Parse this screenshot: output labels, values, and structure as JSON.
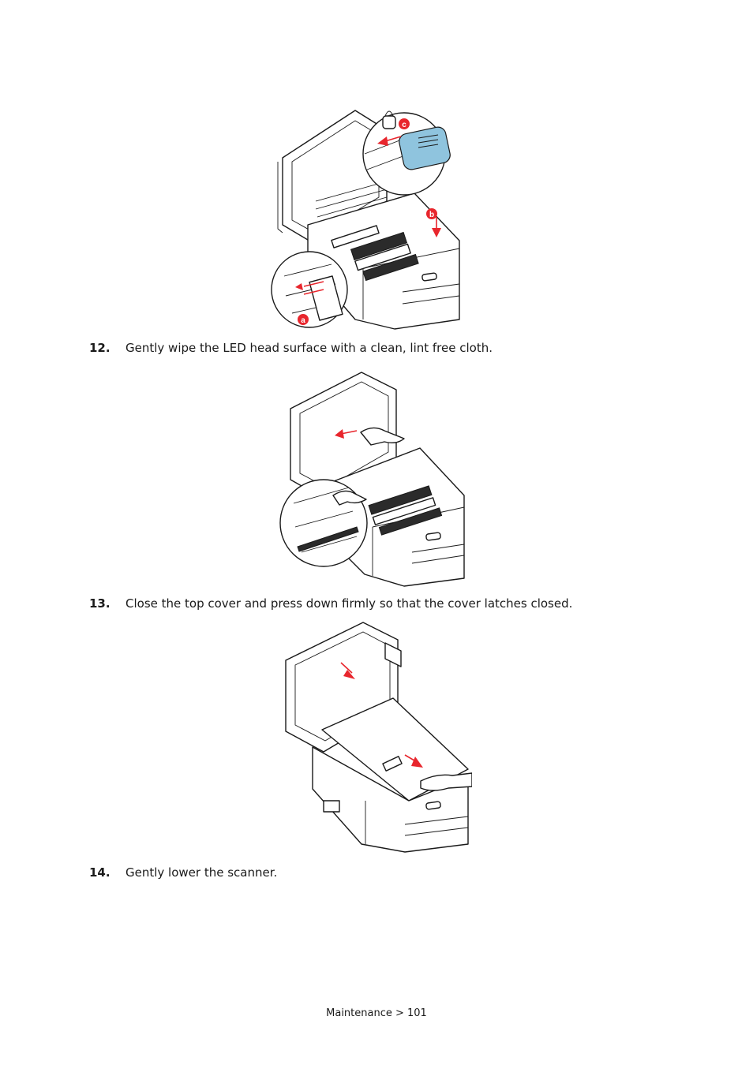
{
  "figures": [
    {
      "callouts": [
        "c",
        "b",
        "a"
      ]
    },
    {},
    {}
  ],
  "steps": [
    {
      "number": "12.",
      "text": "Gently wipe the LED head surface with a clean, lint free cloth."
    },
    {
      "number": "13.",
      "text": "Close the top cover and press down firmly so that the cover latches closed."
    },
    {
      "number": "14.",
      "text": "Gently lower the scanner."
    }
  ],
  "footer": {
    "text": "Maintenance > 101"
  },
  "colors": {
    "callout_red": "#e8262d",
    "toner_blue": "#8fc4de"
  }
}
